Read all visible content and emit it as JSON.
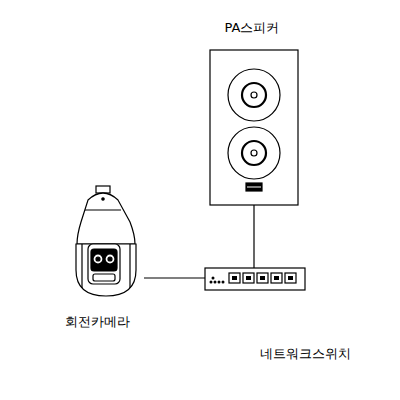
{
  "diagram": {
    "nodes": [
      {
        "text": [
          "PA스피커"
        ]
      },
      {
        "text": [
          "회전카메라"
        ]
      },
      {
        "text": [
          "네트워크스위치"
        ]
      }
    ],
    "edges": [
      {
        "from": 0,
        "to": 2,
        "arrow": "none"
      },
      {
        "from": 1,
        "to": 2,
        "arrow": "none"
      }
    ]
  }
}
